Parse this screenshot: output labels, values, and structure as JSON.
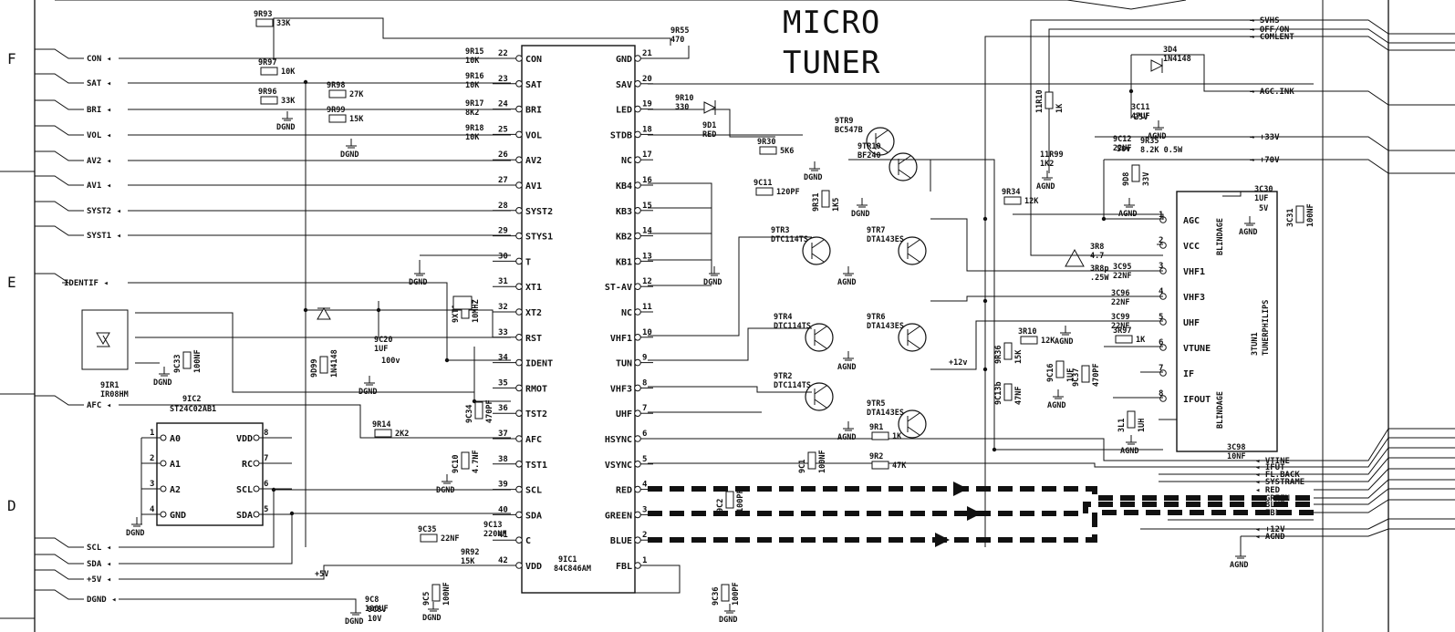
{
  "title": [
    "MICRO",
    "TUNER"
  ],
  "zones": [
    "F",
    "E",
    "D"
  ],
  "left_connectors": [
    "CON",
    "SAT",
    "BRI",
    "VOL",
    "AV2",
    "AV1",
    "SYST2",
    "SYST1",
    "IDENTIF",
    "AFC",
    "SCL",
    "SDA",
    "+5V",
    "DGND"
  ],
  "mcu": {
    "ref": "9IC1",
    "part": "84C846AM",
    "left_pins": [
      {
        "n": "22",
        "name": "CON"
      },
      {
        "n": "23",
        "name": "SAT"
      },
      {
        "n": "24",
        "name": "BRI"
      },
      {
        "n": "25",
        "name": "VOL"
      },
      {
        "n": "26",
        "name": "AV2"
      },
      {
        "n": "27",
        "name": "AV1"
      },
      {
        "n": "28",
        "name": "SYST2"
      },
      {
        "n": "29",
        "name": "STYS1"
      },
      {
        "n": "30",
        "name": "T"
      },
      {
        "n": "31",
        "name": "XT1"
      },
      {
        "n": "32",
        "name": "XT2"
      },
      {
        "n": "33",
        "name": "RST"
      },
      {
        "n": "34",
        "name": "IDENT"
      },
      {
        "n": "35",
        "name": "RMOT"
      },
      {
        "n": "36",
        "name": "TST2"
      },
      {
        "n": "37",
        "name": "AFC"
      },
      {
        "n": "38",
        "name": "TST1"
      },
      {
        "n": "39",
        "name": "SCL"
      },
      {
        "n": "40",
        "name": "SDA"
      },
      {
        "n": "41",
        "name": "C"
      },
      {
        "n": "42",
        "name": "VDD"
      }
    ],
    "right_pins": [
      {
        "n": "21",
        "name": "GND"
      },
      {
        "n": "20",
        "name": "SAV"
      },
      {
        "n": "19",
        "name": "LED"
      },
      {
        "n": "18",
        "name": "STDB"
      },
      {
        "n": "17",
        "name": "NC"
      },
      {
        "n": "16",
        "name": "KB4"
      },
      {
        "n": "15",
        "name": "KB3"
      },
      {
        "n": "14",
        "name": "KB2"
      },
      {
        "n": "13",
        "name": "KB1"
      },
      {
        "n": "12",
        "name": "ST-AV"
      },
      {
        "n": "11",
        "name": "NC"
      },
      {
        "n": "10",
        "name": "VHF1"
      },
      {
        "n": "9",
        "name": "TUN"
      },
      {
        "n": "8",
        "name": "VHF3"
      },
      {
        "n": "7",
        "name": "UHF"
      },
      {
        "n": "6",
        "name": "HSYNC"
      },
      {
        "n": "5",
        "name": "VSYNC"
      },
      {
        "n": "4",
        "name": "RED"
      },
      {
        "n": "3",
        "name": "GREEN"
      },
      {
        "n": "2",
        "name": "BLUE"
      },
      {
        "n": "1",
        "name": "FBL"
      }
    ]
  },
  "eeprom": {
    "ref": "9IC2",
    "part": "ST24C02AB1",
    "left_pins": [
      {
        "n": "1",
        "name": "A0"
      },
      {
        "n": "2",
        "name": "A1"
      },
      {
        "n": "3",
        "name": "A2"
      },
      {
        "n": "4",
        "name": "GND"
      }
    ],
    "right_pins": [
      {
        "n": "8",
        "name": "VDD"
      },
      {
        "n": "7",
        "name": "RC"
      },
      {
        "n": "6",
        "name": "SCL"
      },
      {
        "n": "5",
        "name": "SDA"
      }
    ]
  },
  "tuner": {
    "ref": "3TUN1",
    "part": "TUNERPHILIPS",
    "pins": [
      {
        "n": "1",
        "name": "AGC"
      },
      {
        "n": "2",
        "name": "VCC"
      },
      {
        "n": "3",
        "name": "VHF1"
      },
      {
        "n": "4",
        "name": "VHF3"
      },
      {
        "n": "5",
        "name": "UHF"
      },
      {
        "n": "6",
        "name": "VTUNE"
      },
      {
        "n": "7",
        "name": "IF"
      },
      {
        "n": "8",
        "name": "IFOUT"
      }
    ],
    "blindage": "BLINDAGE"
  },
  "right_connectors_top": [
    "SVHS",
    "OFF/ON",
    "COMLENT",
    "AGC.INK",
    "+33V",
    "+70V"
  ],
  "right_connectors_bottom": [
    "VTINE",
    "IFUT",
    "FL.BACK",
    "SYSTRAME",
    "RED",
    "GREEN",
    "BLUE",
    "FBL",
    "+12V",
    "AGND"
  ],
  "ground_labels": [
    "DGND",
    "AGND"
  ],
  "components": [
    {
      "ref": "9R93",
      "value": "33K"
    },
    {
      "ref": "9R97",
      "value": "10K"
    },
    {
      "ref": "9R96",
      "value": "33K"
    },
    {
      "ref": "9R98",
      "value": "27K"
    },
    {
      "ref": "9R99",
      "value": "15K"
    },
    {
      "ref": "9R15",
      "value": "10K"
    },
    {
      "ref": "9R16",
      "value": "10K"
    },
    {
      "ref": "9R17",
      "value": "8K2"
    },
    {
      "ref": "9R18",
      "value": "10K"
    },
    {
      "ref": "9R55",
      "value": "470"
    },
    {
      "ref": "9R10",
      "value": "330"
    },
    {
      "ref": "9D1",
      "value": "RED"
    },
    {
      "ref": "9TR9",
      "value": "BC547B"
    },
    {
      "ref": "9TR10",
      "value": "BF240"
    },
    {
      "ref": "9R30",
      "value": "5K6"
    },
    {
      "ref": "9C11",
      "value": "120PF"
    },
    {
      "ref": "9R31",
      "value": "1K5"
    },
    {
      "ref": "9TR3",
      "value": "DTC114TS"
    },
    {
      "ref": "9TR7",
      "value": "DTA143ES"
    },
    {
      "ref": "9TR4",
      "value": "DTC114TS"
    },
    {
      "ref": "9TR6",
      "value": "DTA143ES"
    },
    {
      "ref": "9TR2",
      "value": "DTC114TS"
    },
    {
      "ref": "9TR5",
      "value": "DTA143ES"
    },
    {
      "ref": "9R14",
      "value": "2K2"
    },
    {
      "ref": "9R1",
      "value": "1K"
    },
    {
      "ref": "9R2",
      "value": "47K"
    },
    {
      "ref": "9C1",
      "value": "100NF"
    },
    {
      "ref": "9C20",
      "value": "1UF"
    },
    {
      "ref": "9C20v",
      "value": "100v"
    },
    {
      "ref": "9D99",
      "value": "1N4148"
    },
    {
      "ref": "9IR1",
      "value": "IR08HM"
    },
    {
      "ref": "9C33",
      "value": "100NF"
    },
    {
      "ref": "9C34",
      "value": "470PF"
    },
    {
      "ref": "9C10",
      "value": "4.7NF"
    },
    {
      "ref": "9C8",
      "value": "100UF"
    },
    {
      "ref": "9C8v",
      "value": "10V"
    },
    {
      "ref": "9C5",
      "value": "100NF"
    },
    {
      "ref": "9C35",
      "value": "22NF"
    },
    {
      "ref": "9C13",
      "value": "220NF"
    },
    {
      "ref": "9R92",
      "value": "15K"
    },
    {
      "ref": "9C36",
      "value": "100PF"
    },
    {
      "ref": "9C2",
      "value": "100PF"
    },
    {
      "ref": "9XT1",
      "value": "10MHZ"
    },
    {
      "ref": "3D4",
      "value": "1N4148"
    },
    {
      "ref": "3C11",
      "value": "47UF"
    },
    {
      "ref": "3C11v",
      "value": "25V"
    },
    {
      "ref": "11R10",
      "value": "1K"
    },
    {
      "ref": "11R99",
      "value": "1K2"
    },
    {
      "ref": "9C12",
      "value": "22UF"
    },
    {
      "ref": "9C12v",
      "value": "50v"
    },
    {
      "ref": "9R35",
      "value": "8.2K 0.5W"
    },
    {
      "ref": "9D8",
      "value": "33V"
    },
    {
      "ref": "9R34",
      "value": "12K"
    },
    {
      "ref": "3R8",
      "value": "4.7"
    },
    {
      "ref": "3R8p",
      "value": ".25W"
    },
    {
      "ref": "3C95",
      "value": "22NF"
    },
    {
      "ref": "3C96",
      "value": "22NF"
    },
    {
      "ref": "3C99",
      "value": "22NF"
    },
    {
      "ref": "3R97",
      "value": "1K"
    },
    {
      "ref": "3C98",
      "value": "10NF"
    },
    {
      "ref": "3L1",
      "value": "1UH"
    },
    {
      "ref": "9R36",
      "value": "15K"
    },
    {
      "ref": "9C13b",
      "value": "47NF"
    },
    {
      "ref": "9C16",
      "value": "1UF"
    },
    {
      "ref": "9C37",
      "value": "470PF"
    },
    {
      "ref": "3R10",
      "value": "12K"
    },
    {
      "ref": "3C30",
      "value": "1UF"
    },
    {
      "ref": "3C30v",
      "value": "5V"
    },
    {
      "ref": "3C31",
      "value": "100NF"
    },
    {
      "ref": "+12V",
      "value": "+12v"
    },
    {
      "ref": "+5V",
      "value": "+5V"
    }
  ]
}
